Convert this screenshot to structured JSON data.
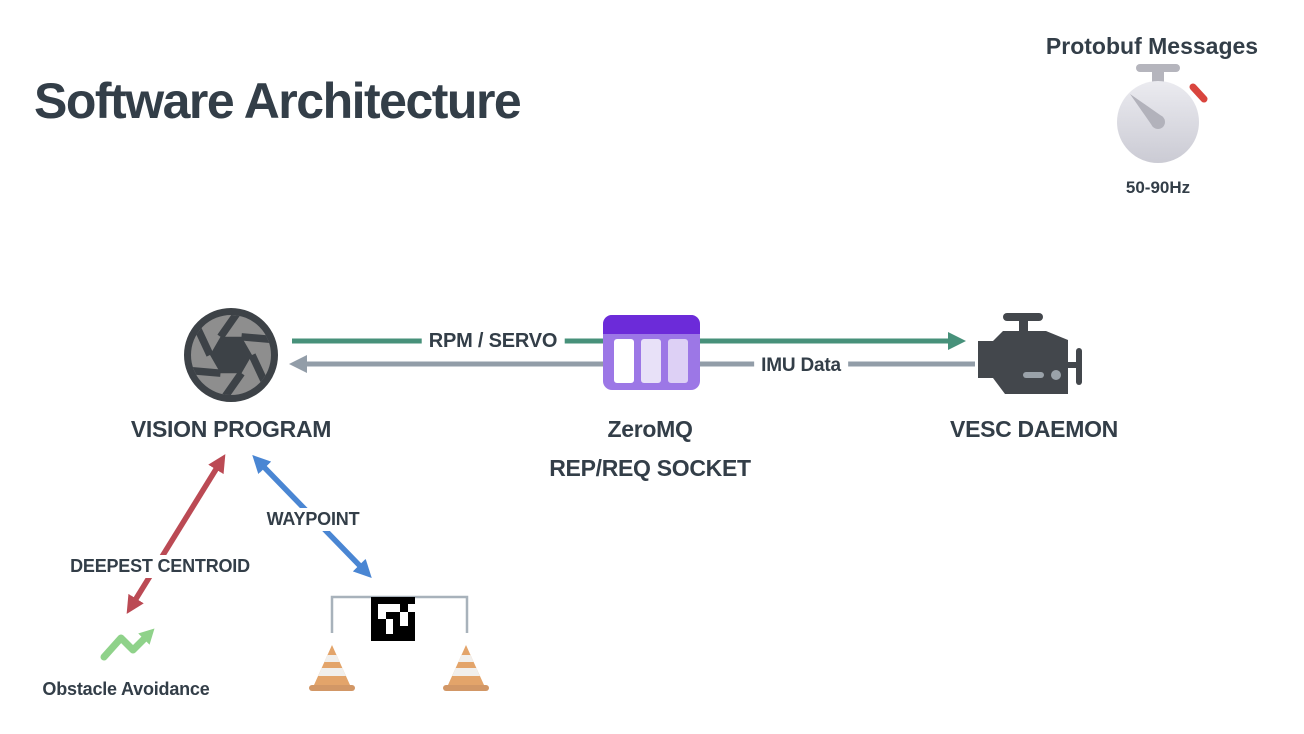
{
  "slide": {
    "title": "Software Architecture"
  },
  "protobuf": {
    "title": "Protobuf Messages",
    "rate": "50-90Hz",
    "icon": "stopwatch-icon"
  },
  "nodes": {
    "vision": {
      "label": "VISION PROGRAM",
      "icon": "camera-aperture-icon"
    },
    "zeromq": {
      "label": "ZeroMQ",
      "sublabel": "REP/REQ SOCKET",
      "icon": "message-board-icon"
    },
    "vesc": {
      "label": "VESC DAEMON",
      "icon": "engine-icon"
    }
  },
  "connections": {
    "rpm_servo": {
      "label": "RPM / SERVO",
      "from": "VISION PROGRAM",
      "to": "VESC DAEMON",
      "color": "#47917a"
    },
    "imu_data": {
      "label": "IMU Data",
      "from": "VESC DAEMON",
      "to": "VISION PROGRAM",
      "color": "#929da8"
    },
    "deepest_centroid": {
      "label": "DEEPEST CENTROID",
      "style": "double-arrow",
      "color": "#bb4a54"
    },
    "waypoint": {
      "label": "WAYPOINT",
      "style": "double-arrow",
      "color": "#4a86d3"
    }
  },
  "annotations": {
    "obstacle_avoidance": {
      "label": "Obstacle Avoidance",
      "icon": "trending-up-icon",
      "color": "#8fd28a"
    }
  },
  "scene": {
    "bracket_icon": "goal-bracket",
    "cone_icon": "traffic-cone",
    "marker_icon": "aruco-marker"
  },
  "marker": {
    "pattern": [
      [
        1,
        1,
        1,
        1,
        1,
        1
      ],
      [
        1,
        0,
        0,
        0,
        1,
        0
      ],
      [
        1,
        0,
        1,
        1,
        0,
        1
      ],
      [
        1,
        1,
        0,
        1,
        0,
        1
      ],
      [
        1,
        1,
        0,
        1,
        1,
        1
      ],
      [
        1,
        1,
        1,
        1,
        1,
        1
      ]
    ]
  },
  "colors": {
    "text": "#333e48",
    "green_arrow": "#47917a",
    "gray_arrow": "#929da8",
    "red_arrow": "#bb4a54",
    "blue_arrow": "#4a86d3",
    "light_green_arrow": "#8fd28a",
    "bracket": "#a8b2bb",
    "purple_dark": "#6c2bd9",
    "purple_body": "#9c77e6",
    "icon_dark": "#43474c",
    "cone_orange": "#e3a46a",
    "stopwatch_red": "#d9453e"
  }
}
